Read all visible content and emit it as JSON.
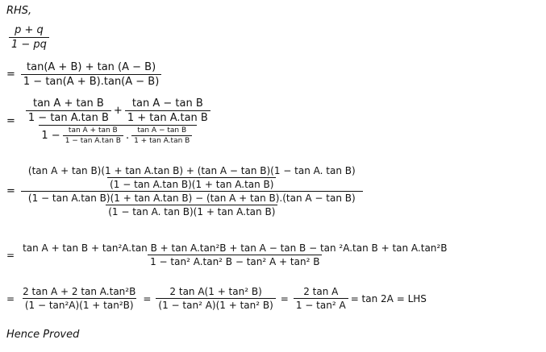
{
  "proof": {
    "intro": "RHS,",
    "step0": {
      "num": "p + q",
      "den": "1 − pq"
    },
    "step1": {
      "num": "tan(A + B) + tan (A − B)",
      "den": "1 − tan(A + B).tan(A − B)"
    },
    "step2": {
      "n1num": "tan A + tan B",
      "n1den": "1 − tan A.tan B",
      "plus": "+",
      "n2num": "tan A − tan B",
      "n2den": "1 + tan A.tan B",
      "d_one": "1 −",
      "d1num": "tan A + tan B",
      "d1den": "1 − tan A.tan B",
      "dot": ".",
      "d2num": "tan A − tan B",
      "d2den": "1 + tan A.tan B"
    },
    "step3": {
      "nnum": "(tan A + tan B)(1 + tan A.tan B) + (tan A − tan B)(1 − tan A. tan B)",
      "nden": "(1 − tan A.tan B)(1 + tan A.tan B)",
      "dnum": "(1 − tan A.tan B)(1 + tan A.tan B) − (tan A + tan B).(tan A − tan B)",
      "dden": "(1 − tan A. tan B)(1 + tan A.tan B)"
    },
    "step4": {
      "num": "tan A + tan B + tan²A.tan B + tan A.tan²B + tan A − tan B − tan ²A.tan B + tan A.tan²B",
      "den": "1 − tan² A.tan² B − tan² A + tan² B"
    },
    "step5": {
      "f1num": "2 tan A + 2 tan A.tan²B",
      "f1den": "(1 − tan²A)(1 + tan²B)",
      "f2num": "2 tan A(1 + tan² B)",
      "f2den": "(1 − tan² A)(1 + tan² B)",
      "f3num": "2 tan A",
      "f3den": "1 − tan² A",
      "tail": "= tan 2A = LHS"
    },
    "conclusion": "Hence Proved",
    "equals": "="
  }
}
